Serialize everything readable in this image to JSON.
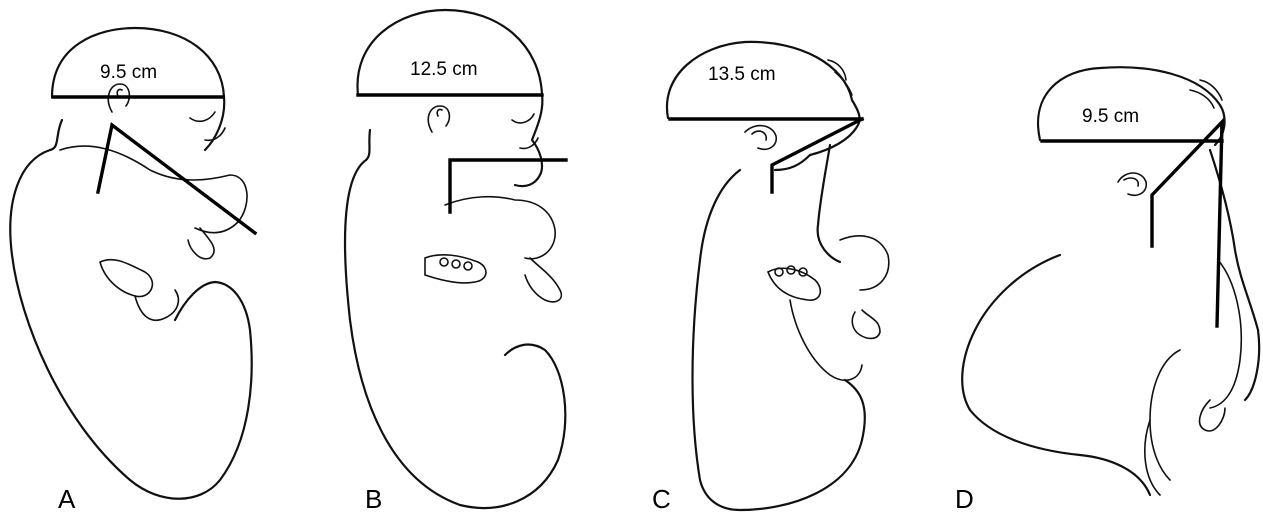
{
  "figure": {
    "panels": [
      {
        "letter": "A",
        "measurement": "9.5 cm"
      },
      {
        "letter": "B",
        "measurement": "12.5 cm"
      },
      {
        "letter": "C",
        "measurement": "13.5 cm"
      },
      {
        "letter": "D",
        "measurement": "9.5 cm"
      }
    ]
  }
}
